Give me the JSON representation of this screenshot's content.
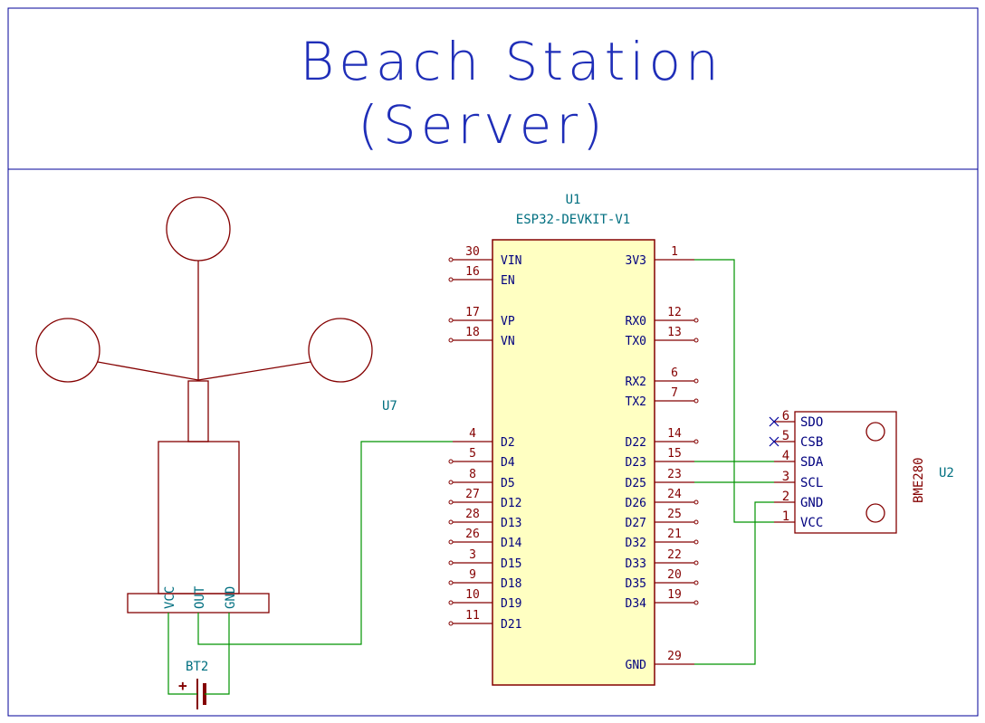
{
  "title": {
    "line1": "Beach Station",
    "line2": "(Server)"
  },
  "colors": {
    "border": "#00009a",
    "title": "#1f2eb8",
    "part": "#840000",
    "pin": "#840000",
    "pinlabel": "#00007f",
    "wire": "#009400",
    "ref": "#006f80",
    "fill": "#ffffc2"
  },
  "u1": {
    "ref": "U1",
    "value": "ESP32-DEVKIT-V1",
    "left_pins": [
      {
        "num": "30",
        "name": "VIN"
      },
      {
        "num": "16",
        "name": "EN"
      },
      {
        "num": "17",
        "name": "VP"
      },
      {
        "num": "18",
        "name": "VN"
      },
      {
        "num": "4",
        "name": "D2"
      },
      {
        "num": "5",
        "name": "D4"
      },
      {
        "num": "8",
        "name": "D5"
      },
      {
        "num": "27",
        "name": "D12"
      },
      {
        "num": "28",
        "name": "D13"
      },
      {
        "num": "26",
        "name": "D14"
      },
      {
        "num": "3",
        "name": "D15"
      },
      {
        "num": "9",
        "name": "D18"
      },
      {
        "num": "10",
        "name": "D19"
      },
      {
        "num": "11",
        "name": "D21"
      }
    ],
    "right_pins": [
      {
        "num": "1",
        "name": "3V3"
      },
      {
        "num": "12",
        "name": "RX0"
      },
      {
        "num": "13",
        "name": "TX0"
      },
      {
        "num": "6",
        "name": "RX2"
      },
      {
        "num": "7",
        "name": "TX2"
      },
      {
        "num": "14",
        "name": "D22"
      },
      {
        "num": "15",
        "name": "D23"
      },
      {
        "num": "23",
        "name": "D25"
      },
      {
        "num": "24",
        "name": "D26"
      },
      {
        "num": "25",
        "name": "D27"
      },
      {
        "num": "21",
        "name": "D32"
      },
      {
        "num": "22",
        "name": "D33"
      },
      {
        "num": "20",
        "name": "D35"
      },
      {
        "num": "19",
        "name": "D34"
      },
      {
        "num": "29",
        "name": "GND"
      }
    ]
  },
  "u2": {
    "ref": "U2",
    "value": "BME280",
    "pins": [
      {
        "num": "6",
        "name": "SDO"
      },
      {
        "num": "5",
        "name": "CSB"
      },
      {
        "num": "4",
        "name": "SDA"
      },
      {
        "num": "3",
        "name": "SCL"
      },
      {
        "num": "2",
        "name": "GND"
      },
      {
        "num": "1",
        "name": "VCC"
      }
    ]
  },
  "u7": {
    "ref": "U7",
    "pins": [
      {
        "name": "VCC"
      },
      {
        "name": "OUT"
      },
      {
        "name": "GND"
      }
    ]
  },
  "bt2": {
    "ref": "BT2",
    "plus": "+"
  }
}
